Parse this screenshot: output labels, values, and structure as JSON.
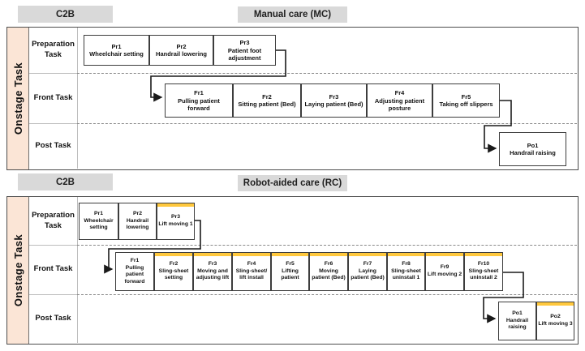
{
  "colors": {
    "highlight": "#FFC83D",
    "peach": "#FBE5D6",
    "tab": "#D9D9D9"
  },
  "mc": {
    "corner": "C2B",
    "title": "Manual care (MC)",
    "side": "Onstage Task",
    "row1": "Preparation Task",
    "row2": "Front Task",
    "row3": "Post Task",
    "prep": [
      {
        "code": "Pr1",
        "name": "Wheelchair setting"
      },
      {
        "code": "Pr2",
        "name": "Handrail lowering"
      },
      {
        "code": "Pr3",
        "name": "Patient foot adjustment"
      }
    ],
    "front": [
      {
        "code": "Fr1",
        "name": "Pulling patient forward"
      },
      {
        "code": "Fr2",
        "name": "Sitting patient (Bed)"
      },
      {
        "code": "Fr3",
        "name": "Laying patient (Bed)"
      },
      {
        "code": "Fr4",
        "name": "Adjusting patient posture"
      },
      {
        "code": "Fr5",
        "name": "Taking off slippers"
      }
    ],
    "post": [
      {
        "code": "Po1",
        "name": "Handrail raising"
      }
    ]
  },
  "rc": {
    "corner": "C2B",
    "title": "Robot-aided care (RC)",
    "side": "Onstage Task",
    "row1": "Preparation Task",
    "row2": "Front Task",
    "row3": "Post Task",
    "prep": [
      {
        "code": "Pr1",
        "name": "Wheelchair setting"
      },
      {
        "code": "Pr2",
        "name": "Handrail lowering"
      },
      {
        "code": "Pr3",
        "name": "Lift moving 1"
      }
    ],
    "front": [
      {
        "code": "Fr1",
        "name": "Pulling patient forward"
      },
      {
        "code": "Fr2",
        "name": "Sling-sheet setting"
      },
      {
        "code": "Fr3",
        "name": "Moving and adjusting lift"
      },
      {
        "code": "Fr4",
        "name": "Sling-sheet/ lift install"
      },
      {
        "code": "Fr5",
        "name": "Lifting patient"
      },
      {
        "code": "Fr6",
        "name": "Moving patient (Bed)"
      },
      {
        "code": "Fr7",
        "name": "Laying patient (Bed)"
      },
      {
        "code": "Fr8",
        "name": "Sling-sheet uninstall 1"
      },
      {
        "code": "Fr9",
        "name": "Lift moving 2"
      },
      {
        "code": "Fr10",
        "name": "Sling-sheet uninstall 2"
      }
    ],
    "post": [
      {
        "code": "Po1",
        "name": "Handrail raising"
      },
      {
        "code": "Po2",
        "name": "Lift moving 3"
      }
    ]
  }
}
